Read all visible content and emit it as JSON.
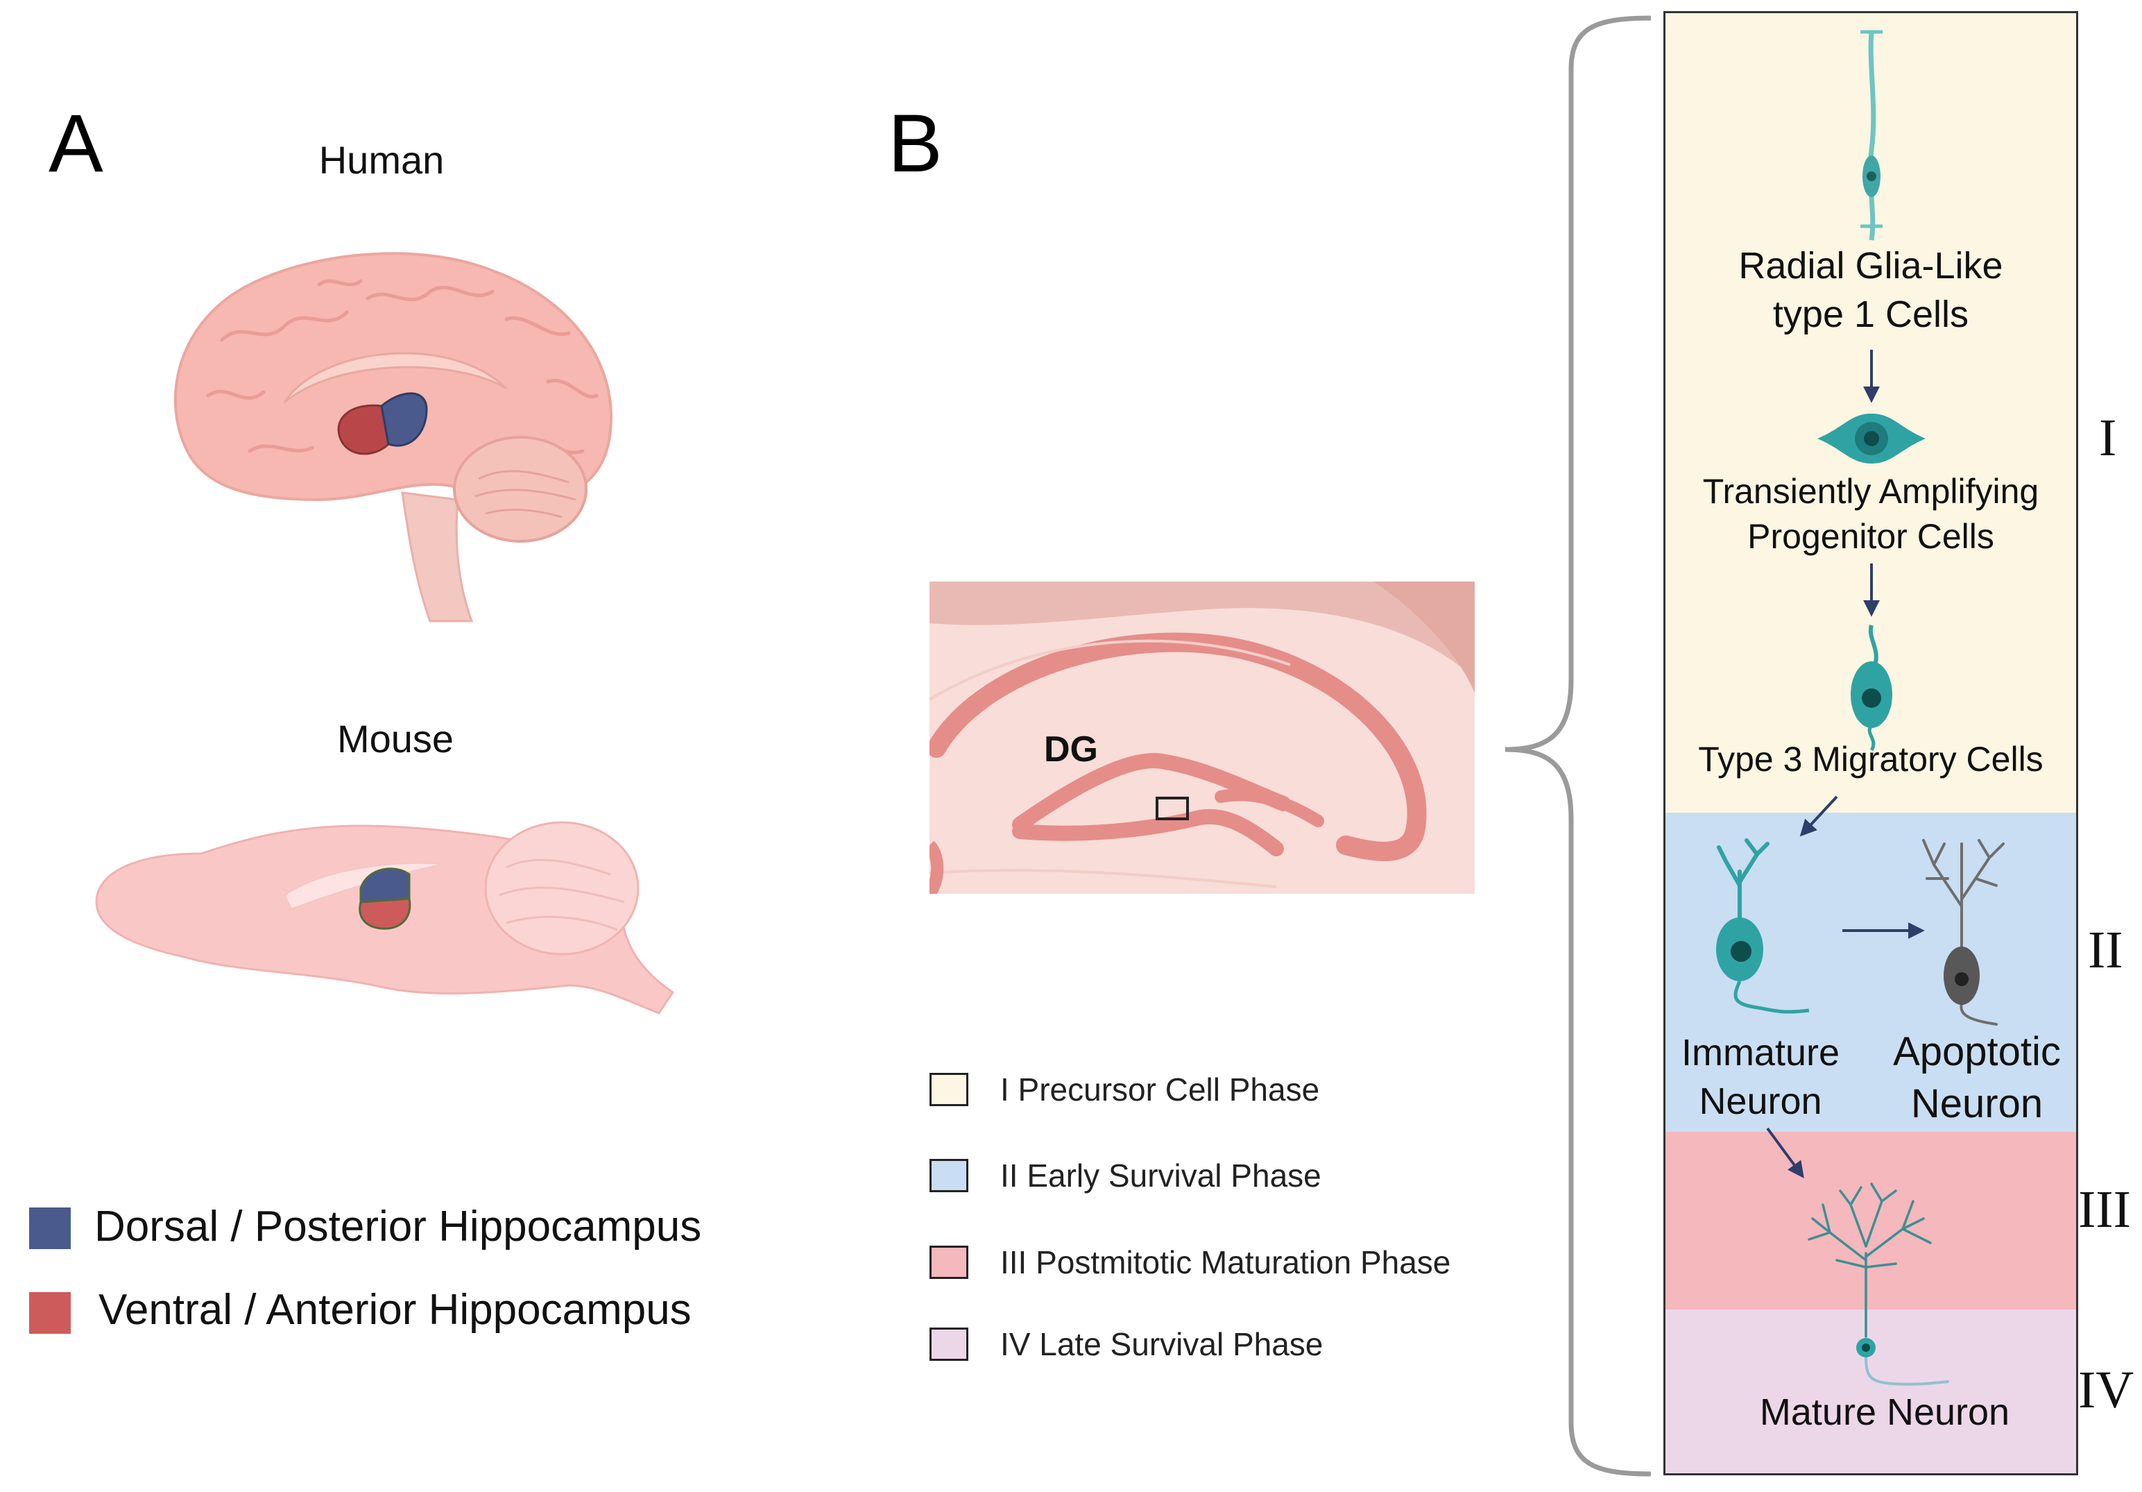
{
  "panel_a": {
    "letter": "A",
    "human_label": "Human",
    "mouse_label": "Mouse",
    "legend": [
      {
        "label": "Dorsal / Posterior Hippocampus",
        "color": "#4a5a8c"
      },
      {
        "label": "Ventral / Anterior Hippocampus",
        "color": "#cd5b5b"
      }
    ]
  },
  "panel_b": {
    "letter": "B",
    "dg_label": "DG",
    "legend": [
      {
        "label": "I Precursor Cell Phase",
        "color": "#fdf6e3"
      },
      {
        "label": "II Early Survival Phase",
        "color": "#c9def2"
      },
      {
        "label": "III Postmitotic Maturation Phase",
        "color": "#f5b8bc"
      },
      {
        "label": "IV Late Survival Phase",
        "color": "#ecd7e9"
      }
    ],
    "phases": [
      {
        "numeral": "I",
        "color": "#fdf6e3"
      },
      {
        "numeral": "II",
        "color": "#c9def2"
      },
      {
        "numeral": "III",
        "color": "#f5b8bc"
      },
      {
        "numeral": "IV",
        "color": "#ecd7e9"
      }
    ],
    "cells": {
      "radial_glia": [
        "Radial Glia-Like",
        "type 1 Cells"
      ],
      "transient": [
        "Transiently Amplifying",
        "Progenitor Cells"
      ],
      "type3": "Type 3 Migratory Cells",
      "immature": [
        "Immature",
        "Neuron"
      ],
      "apoptotic": [
        "Apoptotic",
        "Neuron"
      ],
      "mature": "Mature Neuron"
    }
  }
}
